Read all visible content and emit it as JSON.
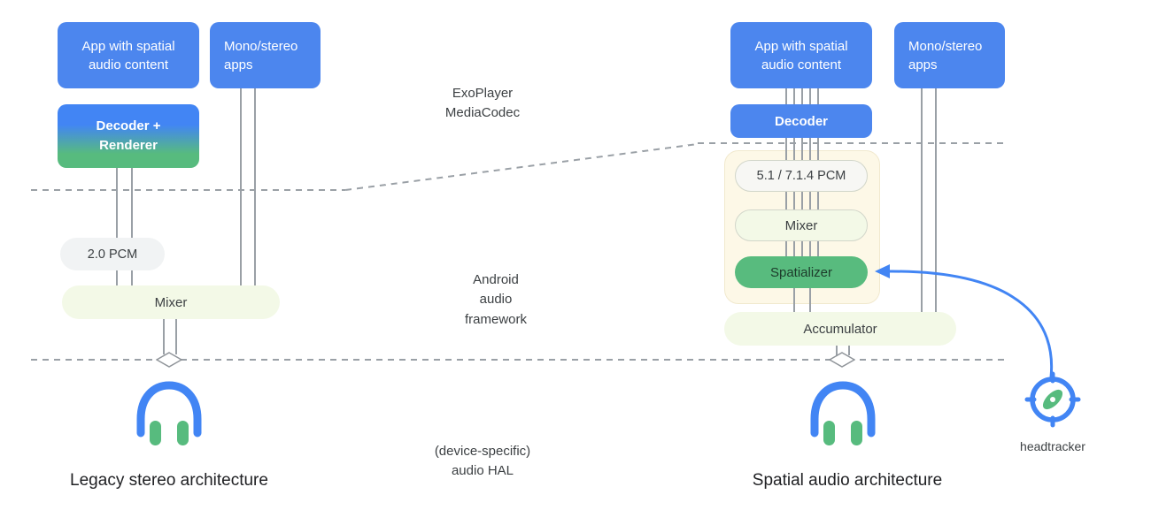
{
  "colors": {
    "blue": "#4c86ee",
    "green": "#57bb7e",
    "pill_gray": "#f1f3f4",
    "pill_green": "#f3f9e7",
    "cream_container": "#fdf8e7",
    "dashed_line": "#9aa0a6",
    "text_dark": "#3c4043"
  },
  "left": {
    "app_label": "App with spatial audio content",
    "mono_label": "Mono/stereo apps",
    "decoder_label": "Decoder +\nRenderer",
    "pcm_label": "2.0 PCM",
    "mixer_label": "Mixer",
    "caption": "Legacy stereo architecture"
  },
  "middle": {
    "codec_label": "ExoPlayer\nMediaCodec",
    "framework_label": "Android\naudio\nframework",
    "hal_label": "(device-specific)\naudio HAL"
  },
  "right": {
    "app_label": "App with spatial audio content",
    "mono_label": "Mono/stereo apps",
    "decoder_label": "Decoder",
    "pcm_label": "5.1 / 7.1.4 PCM",
    "mixer_label": "Mixer",
    "spatializer_label": "Spatializer",
    "accumulator_label": "Accumulator",
    "caption": "Spatial audio architecture",
    "headtracker_label": "headtracker"
  }
}
